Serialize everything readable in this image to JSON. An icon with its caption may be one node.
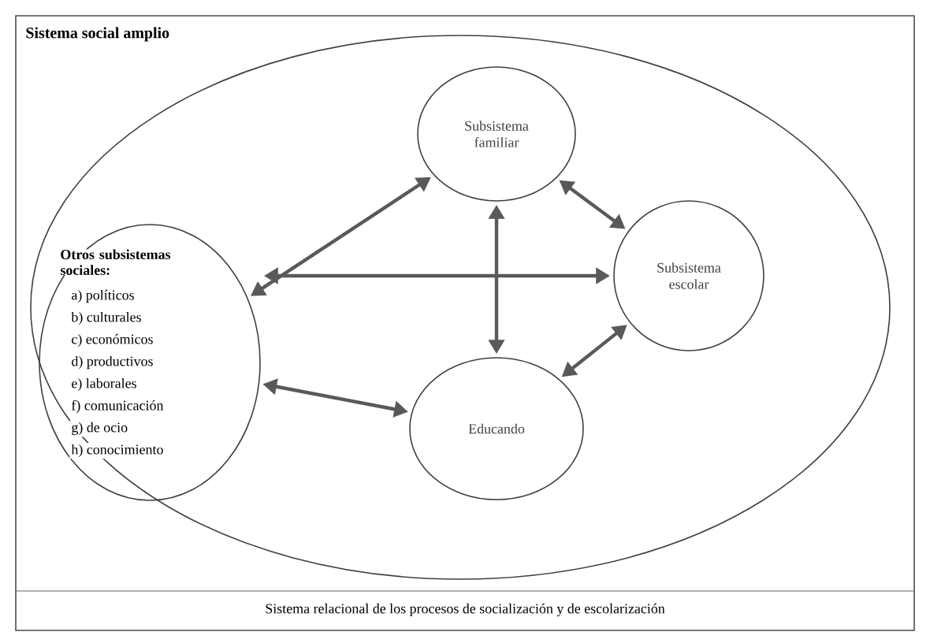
{
  "diagram": {
    "caption": "Sistema relacional de los procesos de socialización y de escolarización",
    "nodes": [
      {
        "text": [
          "Sistema social amplio"
        ]
      },
      {
        "text": [],
        "shape": "circle",
        "in": 0
      },
      {
        "text": [
          "Otros subsistemas sociales:",
          "a) políticos",
          "b) culturales",
          "c) económicos",
          "d) productivos",
          "e) laborales",
          "f) comunicación",
          "g) de ocio",
          "h) conocimiento"
        ],
        "in": 1
      },
      {
        "text": [
          "Subsistema familiar"
        ],
        "in": 1
      },
      {
        "text": [
          "Subsistema escolar"
        ],
        "in": 1
      },
      {
        "text": [
          "Educando"
        ],
        "in": 1
      }
    ],
    "edges": [
      {
        "from": 2,
        "to": 3,
        "arrow": "both"
      },
      {
        "from": 3,
        "to": 4,
        "arrow": "both"
      },
      {
        "from": 2,
        "to": 4,
        "arrow": "both"
      },
      {
        "from": 3,
        "to": 5,
        "arrow": "both"
      },
      {
        "from": 2,
        "to": 5,
        "arrow": "both"
      },
      {
        "from": 4,
        "to": 5,
        "arrow": "both"
      }
    ]
  }
}
